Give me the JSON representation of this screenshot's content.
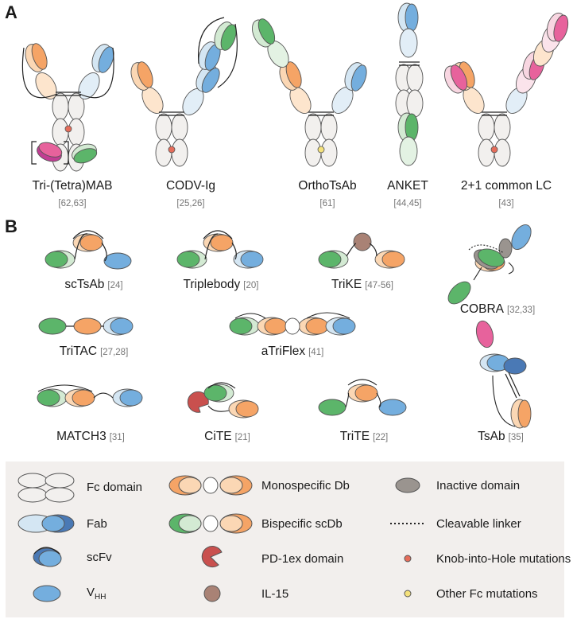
{
  "panels": {
    "a": "A",
    "b": "B"
  },
  "panel_a": [
    {
      "name": "Tri-(Tetra)MAB",
      "refs": "[62,63]"
    },
    {
      "name": "CODV-Ig",
      "refs": "[25,26]"
    },
    {
      "name": "OrthoTsAb",
      "refs": "[61]"
    },
    {
      "name": "ANKET",
      "refs": "[44,45]"
    },
    {
      "name": "2+1 common LC",
      "refs": "[43]"
    }
  ],
  "panel_b": [
    {
      "name": "scTsAb",
      "refs": "[24]"
    },
    {
      "name": "Triplebody",
      "refs": "[20]"
    },
    {
      "name": "TriKE",
      "refs": "[47-56]"
    },
    {
      "name": "COBRA",
      "refs": "[32,33]"
    },
    {
      "name": "TriTAC",
      "refs": "[27,28]"
    },
    {
      "name": "aTriFlex",
      "refs": "[41]"
    },
    {
      "name": "MATCH3",
      "refs": "[31]"
    },
    {
      "name": "CiTE",
      "refs": "[21]"
    },
    {
      "name": "TriTE",
      "refs": "[22]"
    },
    {
      "name": "TsAb",
      "refs": "[35]"
    }
  ],
  "legend": {
    "fc_domain": "Fc domain",
    "fab": "Fab",
    "scfv": "scFv",
    "vhh_main": "V",
    "vhh_sub": "HH",
    "monospecific_db": "Monospecific Db",
    "bispecific_scdb": "Bispecific scDb",
    "pd1ex": "PD-1ex domain",
    "il15": "IL-15",
    "inactive": "Inactive domain",
    "cleavable": "Cleavable linker",
    "kih": "Knob-into-Hole mutations",
    "other_fc": "Other Fc mutations"
  },
  "colors": {
    "orange": "#f5a466",
    "orange_light": "#fbd7b4",
    "blue": "#74aede",
    "blue_light": "#d4e6f3",
    "green": "#5cb56a",
    "green_light": "#d3ead3",
    "pink": "#e7629c",
    "pink_light": "#f8d6e1",
    "grey": "#9a948f",
    "fc": "#f2f0ee",
    "brown": "#a98275",
    "pd1": "#c9504e",
    "knob": "#e56d5a",
    "other_mut": "#f4e17c"
  }
}
